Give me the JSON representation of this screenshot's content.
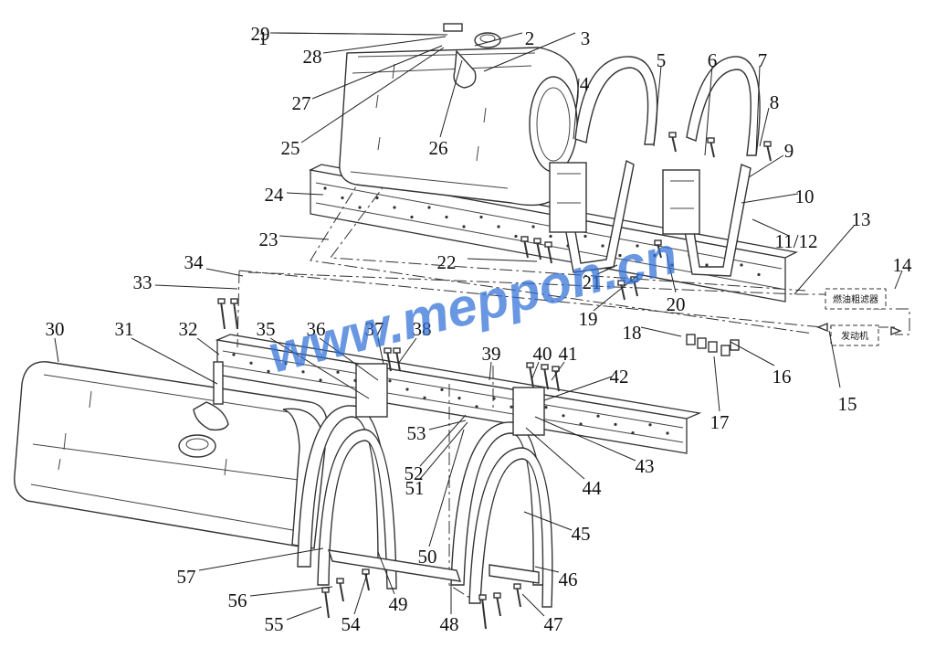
{
  "callouts": [
    {
      "n": "1"
    },
    {
      "n": "2"
    },
    {
      "n": "3"
    },
    {
      "n": "4"
    },
    {
      "n": "5"
    },
    {
      "n": "6"
    },
    {
      "n": "7"
    },
    {
      "n": "8"
    },
    {
      "n": "9"
    },
    {
      "n": "10"
    },
    {
      "n": "11/12"
    },
    {
      "n": "13"
    },
    {
      "n": "14"
    },
    {
      "n": "15"
    },
    {
      "n": "16"
    },
    {
      "n": "17"
    },
    {
      "n": "18"
    },
    {
      "n": "19"
    },
    {
      "n": "20"
    },
    {
      "n": "21"
    },
    {
      "n": "22"
    },
    {
      "n": "23"
    },
    {
      "n": "24"
    },
    {
      "n": "25"
    },
    {
      "n": "26"
    },
    {
      "n": "27"
    },
    {
      "n": "28"
    },
    {
      "n": "29"
    },
    {
      "n": "30"
    },
    {
      "n": "31"
    },
    {
      "n": "32"
    },
    {
      "n": "33"
    },
    {
      "n": "34"
    },
    {
      "n": "35"
    },
    {
      "n": "36"
    },
    {
      "n": "37"
    },
    {
      "n": "38"
    },
    {
      "n": "39"
    },
    {
      "n": "40"
    },
    {
      "n": "41"
    },
    {
      "n": "42"
    },
    {
      "n": "43"
    },
    {
      "n": "44"
    },
    {
      "n": "45"
    },
    {
      "n": "46"
    },
    {
      "n": "47"
    },
    {
      "n": "48"
    },
    {
      "n": "49"
    },
    {
      "n": "50"
    },
    {
      "n": "51"
    },
    {
      "n": "52"
    },
    {
      "n": "53"
    },
    {
      "n": "54"
    },
    {
      "n": "55"
    },
    {
      "n": "56"
    },
    {
      "n": "57"
    }
  ],
  "boxes": {
    "fuel_filter": "燃油粗滤器",
    "engine": "发动机"
  },
  "watermark": "www.meppon.cn",
  "colors": {
    "line": "#333333",
    "watermark": "#2f6fd6",
    "background": "#ffffff"
  }
}
